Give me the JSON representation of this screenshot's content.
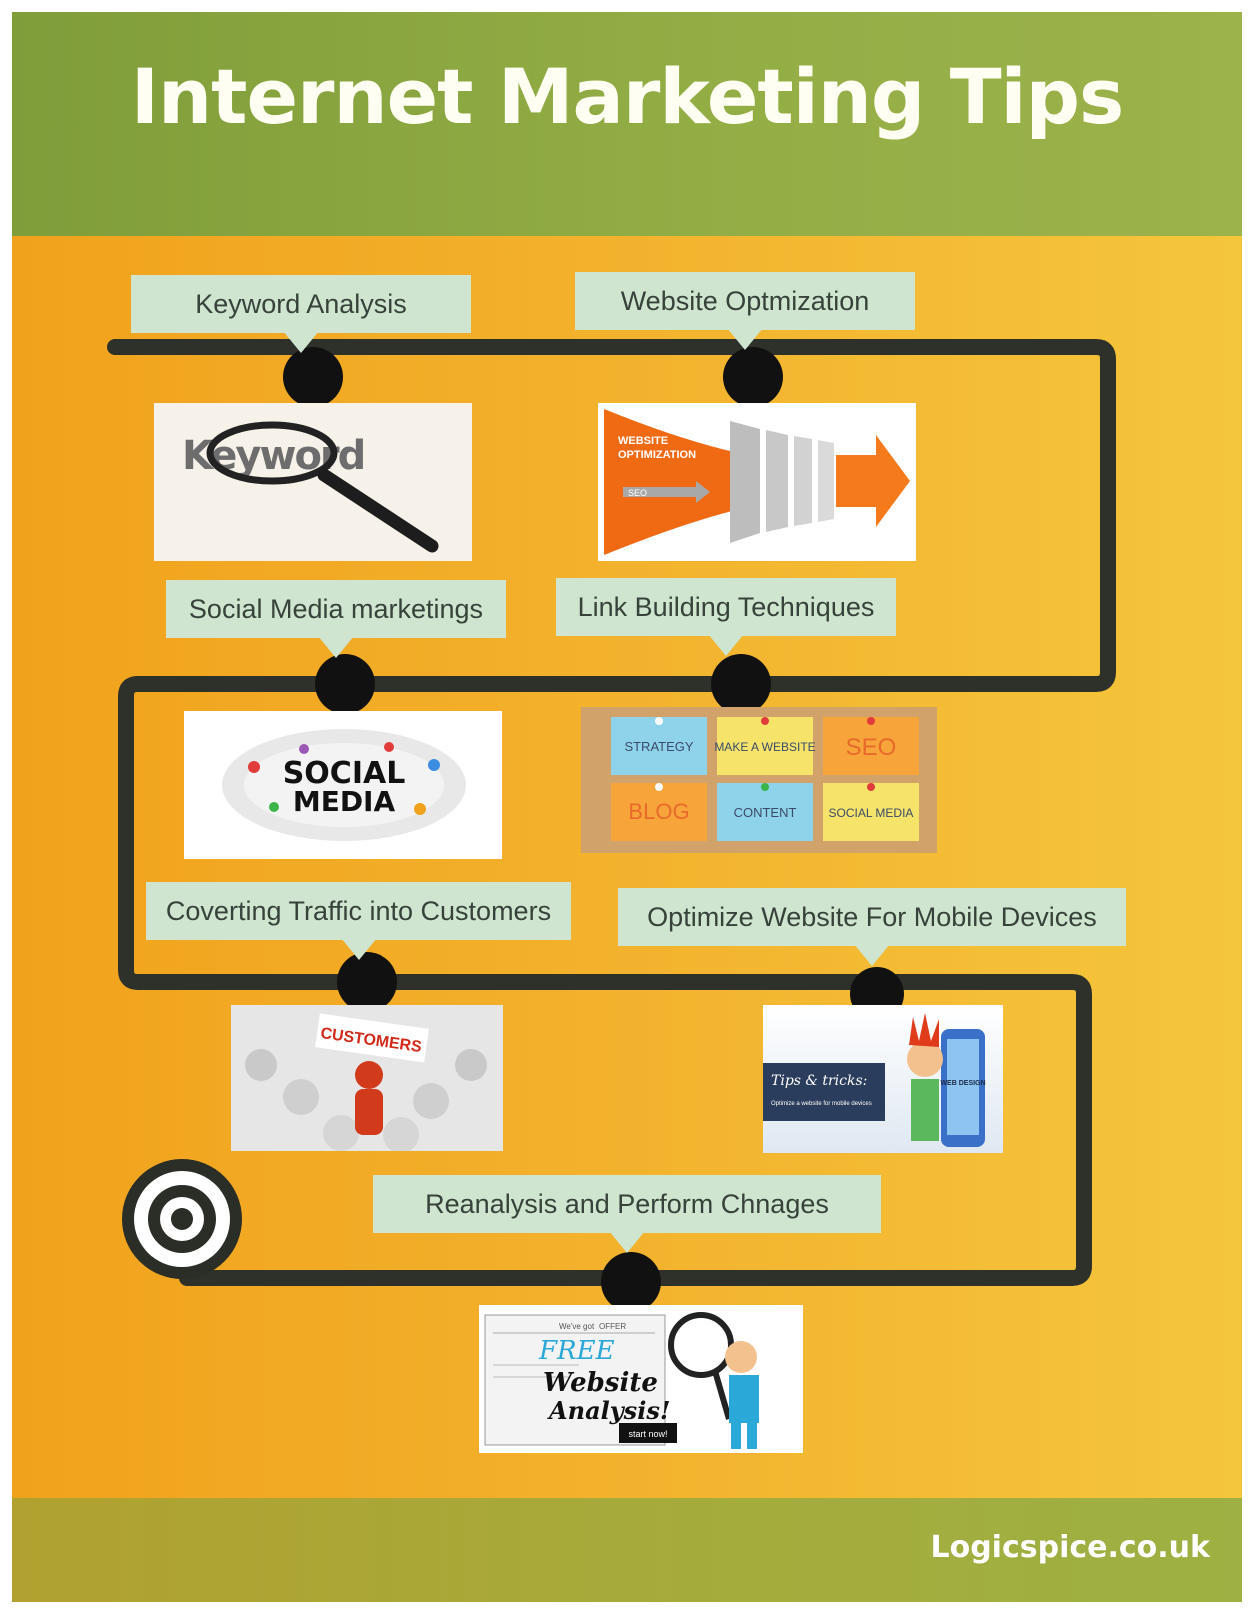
{
  "header": {
    "title": "Internet Marketing Tips"
  },
  "steps": [
    {
      "label": "Keyword Analysis"
    },
    {
      "label": "Website Optmization"
    },
    {
      "label": "Social Media marketings"
    },
    {
      "label": "Link Building Techniques"
    },
    {
      "label": "Coverting Traffic into Customers"
    },
    {
      "label": "Optimize Website For Mobile Devices"
    },
    {
      "label": "Reanalysis and Perform Chnages"
    }
  ],
  "images": {
    "keyword": {
      "text": "Keyword"
    },
    "optimization": {
      "line1": "WEBSITE",
      "line2": "OPTIMIZATION",
      "seo": "SEO"
    },
    "social": {
      "line1": "SOCIAL",
      "line2": "MEDIA"
    },
    "notes": [
      "STRATEGY",
      "MAKE A WEBSITE",
      "SEO",
      "BLOG",
      "CONTENT",
      "SOCIAL MEDIA"
    ],
    "customers": {
      "sign": "CUSTOMERS"
    },
    "mobile": {
      "title": "Tips & tricks:",
      "subtitle": "Optimize a website for mobile devices",
      "phone": "WEB DESIGN"
    },
    "analysis": {
      "line1": "FREE",
      "line2": "Website",
      "line3": "Analysis!",
      "button": "start now!",
      "tab1": "We've got",
      "tab2": "OFFER"
    }
  },
  "footer": {
    "brand": "Logicspice.co.uk"
  },
  "colors": {
    "header": "#93ad45",
    "background": "#f3b22d",
    "label_bg": "#cfe5cf",
    "track": "#2d312a"
  }
}
